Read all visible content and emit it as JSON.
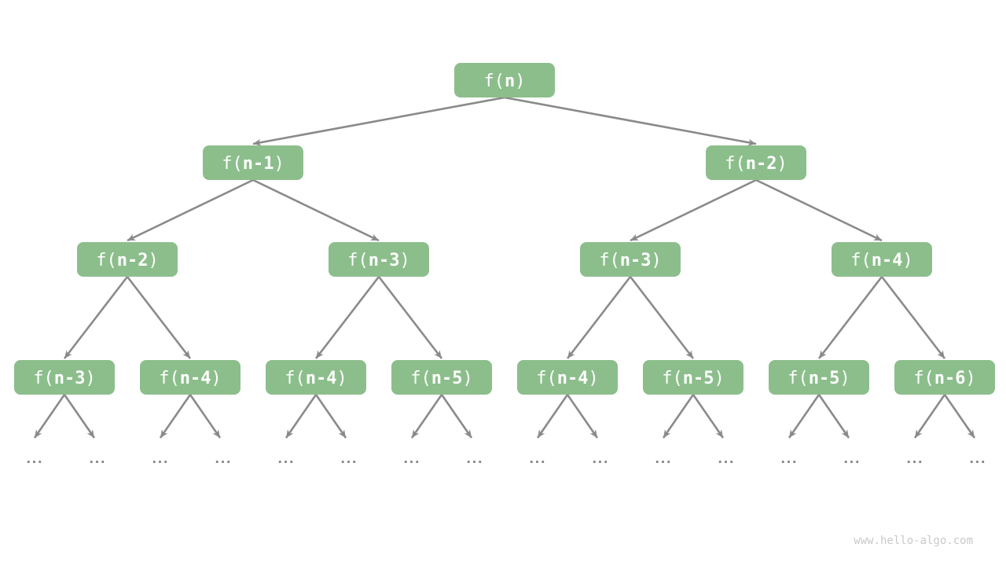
{
  "watermark": "www.hello-algo.com",
  "ellipsis": "...",
  "colors": {
    "node_fill": "#8CBE8C",
    "node_text": "#FFFFFF",
    "edge": "#8A8A8A",
    "ellipsis": "#8A8A8A",
    "watermark": "#C9C9C9",
    "background": "#FFFFFF"
  },
  "nodes": [
    {
      "label": "f(n)",
      "pre": "f(",
      "mid": "n",
      "post": ")"
    },
    {
      "label": "f(n-1)",
      "pre": "f(",
      "mid": "n-1",
      "post": ")"
    },
    {
      "label": "f(n-2)",
      "pre": "f(",
      "mid": "n-2",
      "post": ")"
    },
    {
      "label": "f(n-2)",
      "pre": "f(",
      "mid": "n-2",
      "post": ")"
    },
    {
      "label": "f(n-3)",
      "pre": "f(",
      "mid": "n-3",
      "post": ")"
    },
    {
      "label": "f(n-3)",
      "pre": "f(",
      "mid": "n-3",
      "post": ")"
    },
    {
      "label": "f(n-4)",
      "pre": "f(",
      "mid": "n-4",
      "post": ")"
    },
    {
      "label": "f(n-3)",
      "pre": "f(",
      "mid": "n-3",
      "post": ")"
    },
    {
      "label": "f(n-4)",
      "pre": "f(",
      "mid": "n-4",
      "post": ")"
    },
    {
      "label": "f(n-4)",
      "pre": "f(",
      "mid": "n-4",
      "post": ")"
    },
    {
      "label": "f(n-5)",
      "pre": "f(",
      "mid": "n-5",
      "post": ")"
    },
    {
      "label": "f(n-4)",
      "pre": "f(",
      "mid": "n-4",
      "post": ")"
    },
    {
      "label": "f(n-5)",
      "pre": "f(",
      "mid": "n-5",
      "post": ")"
    },
    {
      "label": "f(n-5)",
      "pre": "f(",
      "mid": "n-5",
      "post": ")"
    },
    {
      "label": "f(n-6)",
      "pre": "f(",
      "mid": "n-6",
      "post": ")"
    }
  ],
  "levels": [
    [
      0
    ],
    [
      1,
      2
    ],
    [
      3,
      4,
      5,
      6
    ],
    [
      7,
      8,
      9,
      10,
      11,
      12,
      13,
      14
    ]
  ]
}
